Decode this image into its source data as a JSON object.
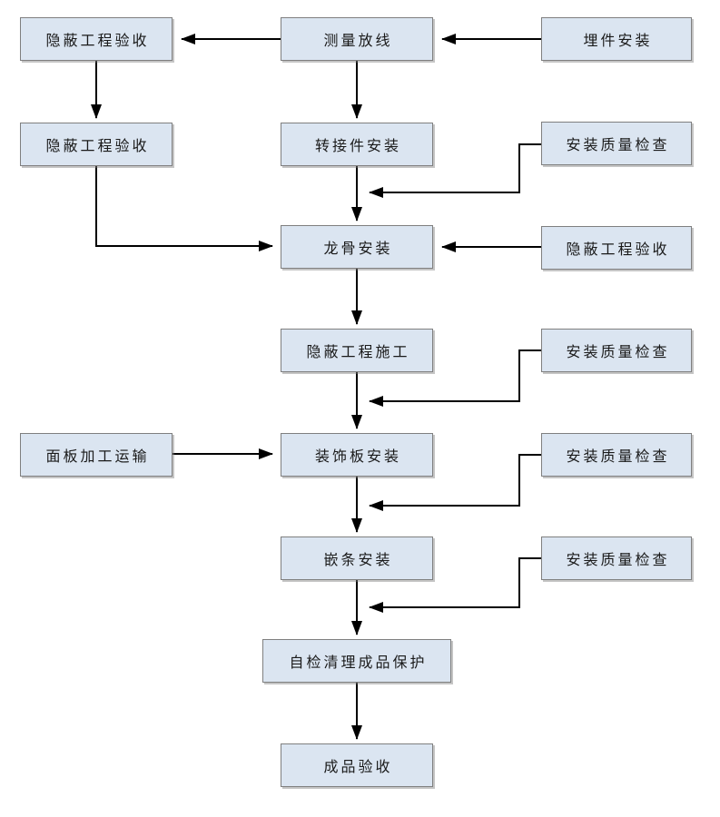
{
  "diagram": {
    "type": "flowchart",
    "colors": {
      "node_fill": "#dbe5f1",
      "node_border": "#7f7f7f",
      "line": "#000000",
      "background": "#ffffff"
    },
    "nodes": [
      {
        "id": "n1",
        "label": "隐蔽工程验收"
      },
      {
        "id": "n2",
        "label": "测量放线"
      },
      {
        "id": "n3",
        "label": "埋件安装"
      },
      {
        "id": "n4",
        "label": "隐蔽工程验收"
      },
      {
        "id": "n5",
        "label": "转接件安装"
      },
      {
        "id": "n6",
        "label": "安装质量检查"
      },
      {
        "id": "n7",
        "label": "龙骨安装"
      },
      {
        "id": "n8",
        "label": "隐蔽工程验收"
      },
      {
        "id": "n9",
        "label": "隐蔽工程施工"
      },
      {
        "id": "n10",
        "label": "安装质量检查"
      },
      {
        "id": "n11",
        "label": "面板加工运输"
      },
      {
        "id": "n12",
        "label": "装饰板安装"
      },
      {
        "id": "n13",
        "label": "安装质量检查"
      },
      {
        "id": "n14",
        "label": "嵌条安装"
      },
      {
        "id": "n15",
        "label": "安装质量检查"
      },
      {
        "id": "n16",
        "label": "自检清理成品保护"
      },
      {
        "id": "n17",
        "label": "成品验收"
      }
    ],
    "edges": [
      {
        "from": "n3",
        "to": "n2",
        "style": "straight"
      },
      {
        "from": "n2",
        "to": "n1",
        "style": "straight"
      },
      {
        "from": "n1",
        "to": "n4",
        "style": "straight"
      },
      {
        "from": "n2",
        "to": "n5",
        "style": "straight"
      },
      {
        "from": "n5",
        "to": "n7",
        "style": "straight"
      },
      {
        "from": "n6",
        "to": "n5-n7-line",
        "style": "elbow"
      },
      {
        "from": "n4",
        "to": "n7",
        "style": "elbow"
      },
      {
        "from": "n8",
        "to": "n7",
        "style": "straight"
      },
      {
        "from": "n7",
        "to": "n9",
        "style": "straight"
      },
      {
        "from": "n10",
        "to": "n9-n12-line",
        "style": "elbow"
      },
      {
        "from": "n11",
        "to": "n12",
        "style": "straight"
      },
      {
        "from": "n9",
        "to": "n12",
        "style": "straight"
      },
      {
        "from": "n13",
        "to": "n12-n14-line",
        "style": "elbow"
      },
      {
        "from": "n12",
        "to": "n14",
        "style": "straight"
      },
      {
        "from": "n15",
        "to": "n14-n16-line",
        "style": "elbow"
      },
      {
        "from": "n14",
        "to": "n16",
        "style": "straight"
      },
      {
        "from": "n16",
        "to": "n17",
        "style": "straight"
      }
    ]
  }
}
